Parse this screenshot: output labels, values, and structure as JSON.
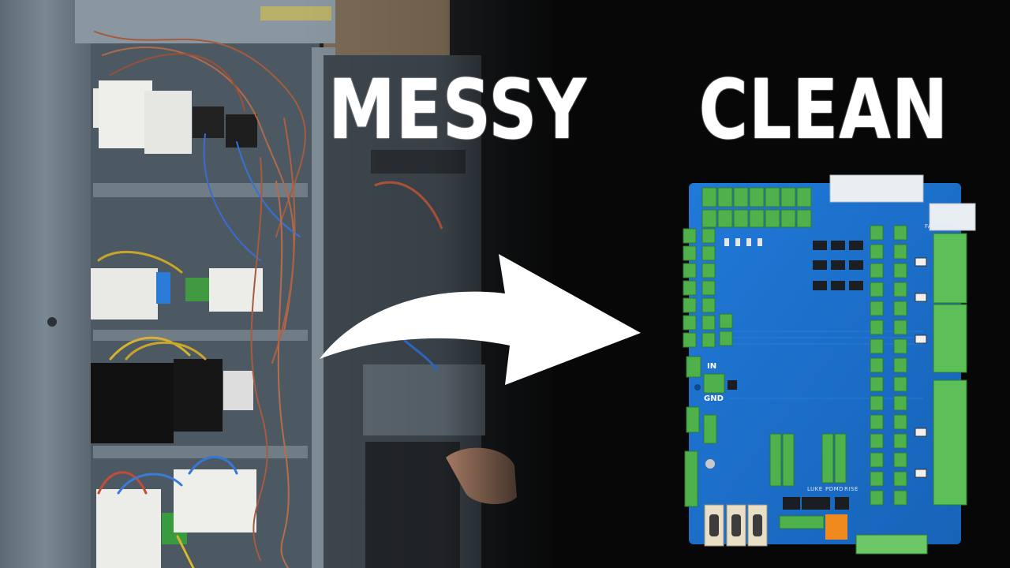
{
  "headline": {
    "before": "MESSY",
    "after": "CLEAN"
  },
  "board": {
    "label_in": "IN",
    "label_gnd": "GND",
    "label_bottom_1": "LUKE",
    "label_bottom_2": "PDMD",
    "label_bottom_3": "RISE",
    "label_top_right": "FAMUMRS"
  },
  "colors": {
    "background": "#070707",
    "cabinet": "#6d7b86",
    "pcb": "#1a6fce",
    "terminal": "#4fb14b",
    "headline": "#ffffff"
  }
}
